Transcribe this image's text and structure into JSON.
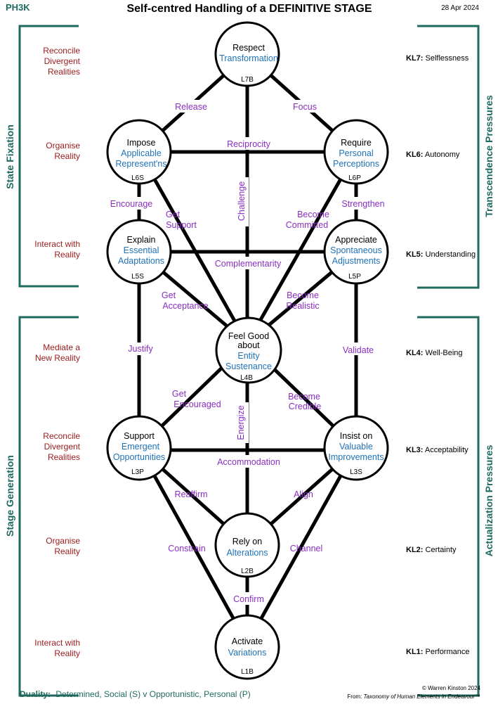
{
  "header": {
    "code": "PH3K",
    "title": "Self-centred Handling of a DEFINITIVE STAGE",
    "date": "28 Apr 2024"
  },
  "brackets": {
    "left_top": "State  Fixation",
    "left_bottom": "Stage  Generation",
    "right_top": "Transcendence  Pressures",
    "right_bottom": "Actualization  Pressures"
  },
  "left_labels": [
    {
      "l1": "Reconcile",
      "l2": "Divergent",
      "l3": "Realities"
    },
    {
      "l1": "Organise",
      "l2": "Reality"
    },
    {
      "l1": "Interact with",
      "l2": "Reality"
    },
    {
      "l1": "Mediate a",
      "l2": "New Reality"
    },
    {
      "l1": "Reconcile",
      "l2": "Divergent",
      "l3": "Realities"
    },
    {
      "l1": "Organise",
      "l2": "Reality"
    },
    {
      "l1": "Interact with",
      "l2": "Reality"
    }
  ],
  "levels": [
    {
      "code": "KL7:",
      "name": "Selflessness"
    },
    {
      "code": "KL6:",
      "name": "Autonomy"
    },
    {
      "code": "KL5:",
      "name": "Understanding"
    },
    {
      "code": "KL4:",
      "name": "Well-Being"
    },
    {
      "code": "KL3:",
      "name": "Acceptability"
    },
    {
      "code": "KL2:",
      "name": "Certainty"
    },
    {
      "code": "KL1:",
      "name": "Performance"
    }
  ],
  "nodes": {
    "n7": {
      "title": "Respect",
      "sub": "Transformation",
      "lvl": "L7B"
    },
    "n6s": {
      "title": "Impose",
      "sub1": "Applicable",
      "sub2": "Represent'ns",
      "lvl": "L6S"
    },
    "n6p": {
      "title": "Require",
      "sub1": "Personal",
      "sub2": "Perceptions",
      "lvl": "L6P"
    },
    "n5s": {
      "title": "Explain",
      "sub1": "Essential",
      "sub2": "Adaptations",
      "lvl": "L5S"
    },
    "n5p": {
      "title": "Appreciate",
      "sub1": "Spontaneous",
      "sub2": "Adjustments",
      "lvl": "L5P"
    },
    "n4": {
      "title1": "Feel Good",
      "title2": "about",
      "sub1": "Entity",
      "sub2": "Sustenance",
      "lvl": "L4B"
    },
    "n3p": {
      "title": "Support",
      "sub1": "Emergent",
      "sub2": "Opportunities",
      "lvl": "L3P"
    },
    "n3s": {
      "title": "Insist on",
      "sub1": "Valuable",
      "sub2": "Improvements",
      "lvl": "L3S"
    },
    "n2": {
      "title": "Rely on",
      "sub": "Alterations",
      "lvl": "L2B"
    },
    "n1": {
      "title": "Activate",
      "sub": "Variations",
      "lvl": "L1B"
    }
  },
  "edges": {
    "release": "Release",
    "focus": "Focus",
    "reciprocity": "Reciprocity",
    "challenge": "Challenge",
    "encourage": "Encourage",
    "get_support": [
      "Get",
      "Support"
    ],
    "become_committed": [
      "Become",
      "Committed"
    ],
    "strengthen": "Strengthen",
    "complementarity": "Complementarity",
    "get_acceptance": [
      "Get",
      "Acceptance"
    ],
    "become_realistic": [
      "Become",
      "Realistic"
    ],
    "justify": "Justify",
    "validate": "Validate",
    "get_encouraged": [
      "Get",
      "Encouraged"
    ],
    "become_credible": [
      "Become",
      "Credible"
    ],
    "energize": "Energize",
    "accommodation": "Accommodation",
    "reaffirm": "Reaffirm",
    "align": "Align",
    "constrain": "Constrain",
    "channel": "Channel",
    "confirm": "Confirm"
  },
  "footer": {
    "duality_label": "Duality:",
    "duality_text": "Determined, Social (S)  v  Opportunistic, Personal (P)",
    "copyright": "© Warren Kinston 2024",
    "from_label": "From:",
    "source": "Taxonomy of Human Elements in Endeavour™"
  },
  "colors": {
    "bracket": "#1e6a5e",
    "left_label": "#9b1b1b",
    "node_subtitle": "#1f72b8",
    "edge_label": "#8a2ec2"
  }
}
